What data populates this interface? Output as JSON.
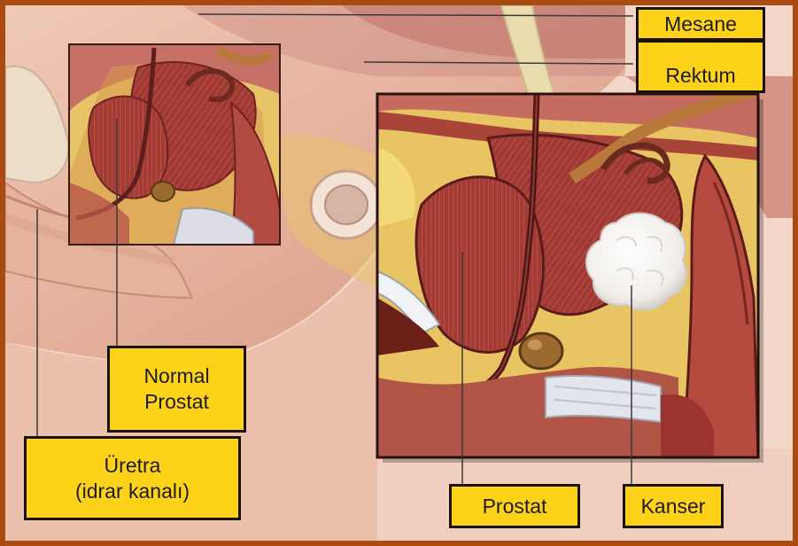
{
  "labels": {
    "mesane": "Mesane",
    "rektum": "Rektum",
    "normal_prostat": [
      "Normal",
      "Prostat"
    ],
    "uretra": [
      "Üretra",
      "(idrar kanalı)"
    ],
    "prostat": "Prostat",
    "kanser": "Kanser"
  },
  "colors": {
    "frame_border": "#a84a12",
    "label_fill": "#ffd21a",
    "label_border": "#1a1208",
    "tissue_muscle": "#9e3a33",
    "tissue_fat": "#eccb5c",
    "skin": "#e7b7a3",
    "tumor": "#ffffff"
  }
}
